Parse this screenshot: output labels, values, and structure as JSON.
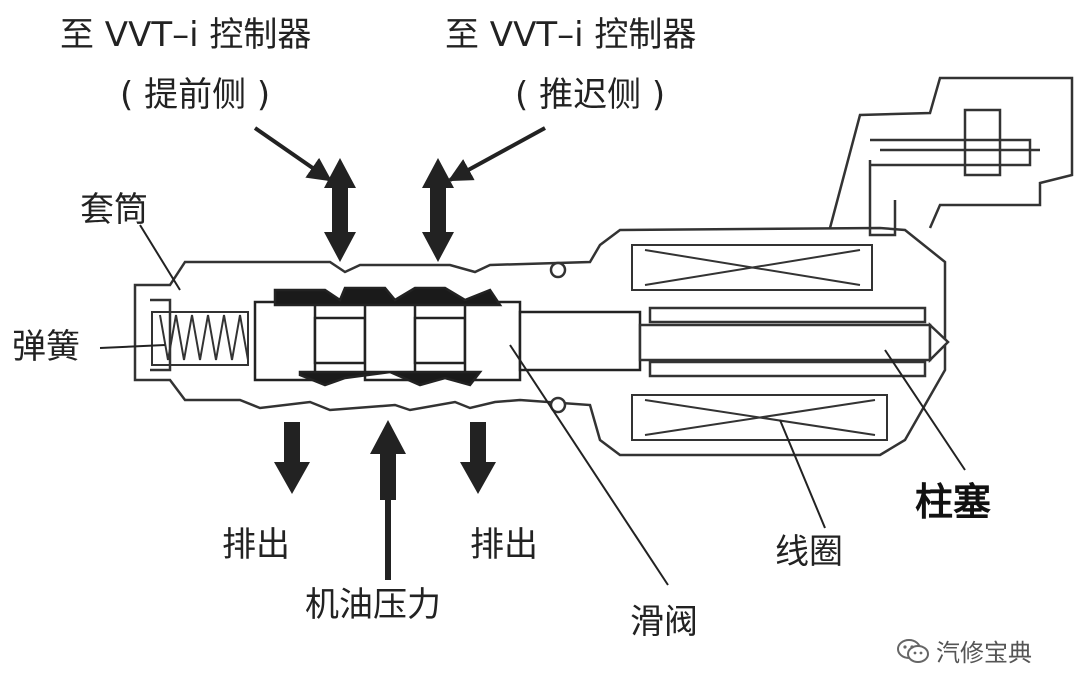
{
  "labels": {
    "to_ctrl_left": "至 VVT–i 控制器",
    "advance_side": "( 提前侧 )",
    "to_ctrl_right": "至 VVT–i 控制器",
    "retard_side": "( 推迟侧 )",
    "sleeve": "套筒",
    "spring": "弹簧",
    "drain_left": "排出",
    "drain_right": "排出",
    "oil_pressure": "机油压力",
    "spool_valve": "滑阀",
    "coil": "线圈",
    "plunger": "柱塞"
  },
  "watermark": {
    "text": "汽修宝典",
    "icon": "wechat-icon"
  }
}
